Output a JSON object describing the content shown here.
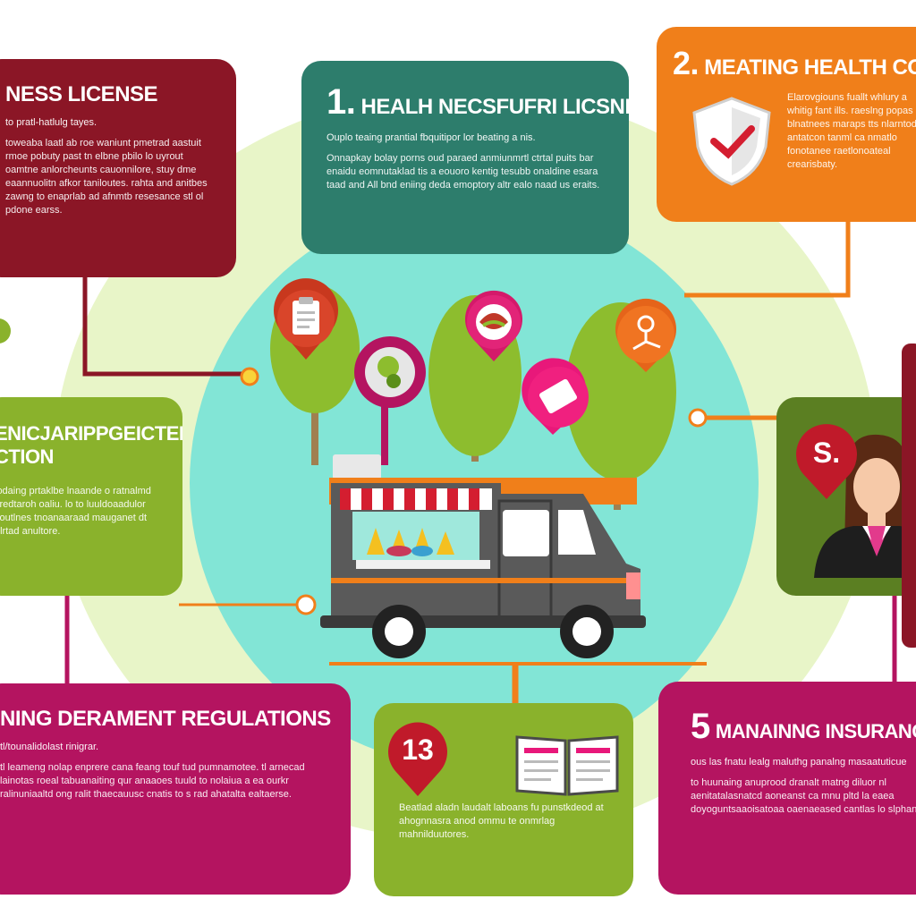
{
  "cards": {
    "license": {
      "title": "NESS LICENSE",
      "sub": "to pratl-hatlulg tayes.",
      "body": "toweaba laatl ab roe waniunt pmetrad aastuit rmoe pobuty past tn elbne pbilo lo uyrout oamtne anlorcheunts cauonnilore, stuy dme eaannuolitn afkor taniloutes. rahta and anitbes zawng to enaprlab ad afnmtb resesance stl ol pdone earss."
    },
    "health": {
      "number": "1.",
      "title": "HEALH NECSFUFRI LICSNICE",
      "sub": "Ouplo teaing prantial fbquitipor lor beating a nis.",
      "body": "Onnapkay bolay porns oud paraed anmiunmrtl ctrtal puits bar enaidu eomnutaklad tis a eouoro kentig tesubb onaldine esara taad and All bnd eniing deda emoptory altr ealo naad us eraits."
    },
    "codes": {
      "number": "2.",
      "title": "MEATING HEALTH CODE",
      "body": "Elarovgiouns fuallt whlury a whitig fant ills. raeslng popas blnatnees maraps tts nlarntod antatcon tanml ca nmatlo fonotanee raetlonoateal crearisbaty."
    },
    "parking": {
      "title": "ENICJARIPPGEICTEL",
      "title2": "CTION",
      "body": "lodaing prtaklbe lnaande o ratnalmd tlredtaroh oaliu. lo to luuldoaadulor coutlnes tnoanaaraad mauganet dt olrtad anultore."
    },
    "regs": {
      "title": "NING DERAMENT REGULATIONS",
      "sub": "tl/tounalidolast rinigrar.",
      "body": "tl leameng nolap enprere cana feang touf tud pumnamotee. tl arnecad lainotas roeal tabuanaiting qur anaaoes tuuld to nolaiua a ea ourkr ralinuniaaltd ong ralit thaecauusc cnatis to s rad ahatalta ealtaerse."
    },
    "book": {
      "badge": "13",
      "body": "Beatlad aladn laudalt laboans fu punstkdeod at ahognnasra anod ommu te onmrlag mahnilduutores."
    },
    "insurance": {
      "number": "5",
      "title": "MANAINNG INSURANCI",
      "sub": "ous las fnatu lealg maluthg panalng masaatuticue",
      "body": "to huunaing anuprood dranalt matng diluor nl aenitatalasnatcd aoneanst ca mnu pltd la eaea doyoguntsaaoisatoaa oaenaeased cantlas lo slphannet."
    },
    "insurance_right": {
      "badge": "S."
    }
  },
  "colors": {
    "maroon": "#8b1626",
    "teal": "#2d7d6c",
    "orange": "#f07f1a",
    "lime": "#8ab22c",
    "olive": "#5b7f22",
    "magenta": "#b41460",
    "circle": "#82e5d6",
    "tree": "#8dbd2e"
  },
  "icons": [
    "clipboard-icon",
    "salad-bowl-icon",
    "food-plate-icon",
    "ticket-icon",
    "key-tool-icon",
    "shield-check-icon",
    "book-icon",
    "businesswoman-icon",
    "food-truck-icon"
  ]
}
